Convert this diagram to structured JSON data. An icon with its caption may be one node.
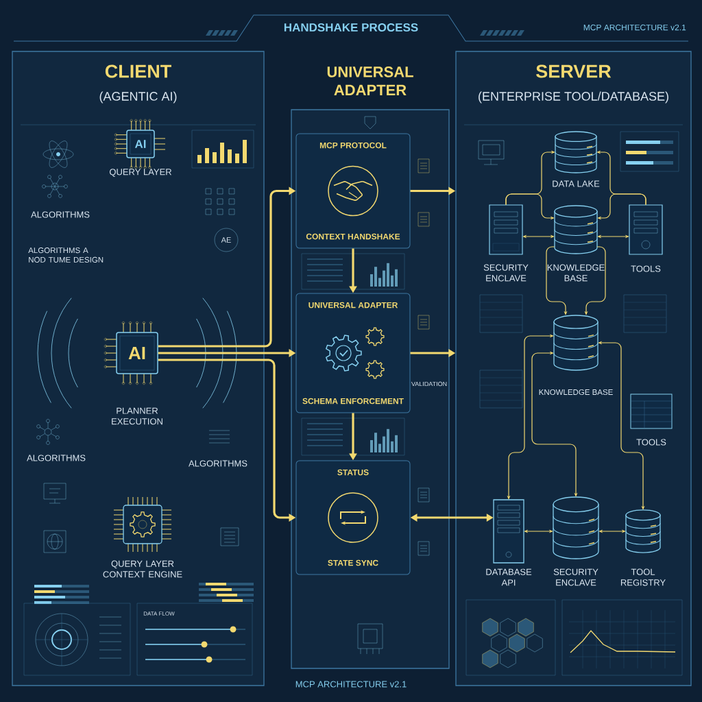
{
  "diagram": {
    "title": "HANDSHAKE PROCESS",
    "nodes": [
      {
        "text": [
          "CLIENT",
          "(AGENTIC AI)"
        ]
      },
      {
        "text": [
          "AI"
        ],
        "in": 0,
        "beside": [
          "QUERY LAYER"
        ]
      },
      {
        "text": [
          "AI"
        ],
        "in": 0,
        "beside": [
          "PLANNER EXECUTION"
        ]
      },
      {
        "text": [],
        "shape": "box",
        "in": 0,
        "beside": [
          "QUERY LAYER CONTEXT ENGINE"
        ]
      },
      {
        "text": [
          "SERVER",
          "(ENTERPRISE TOOL/DATABASE)"
        ]
      },
      {
        "text": [
          "UNIVERSAL ADAPTER"
        ]
      },
      {
        "text": [
          "MCP PROTOCOL",
          "CONTEXT HANDSHAKE"
        ],
        "in": 5
      },
      {
        "text": [
          "UNIVERSAL ADAPTER",
          "SCHEMA ENFORCEMENT"
        ],
        "in": 5,
        "beside": [
          "VALIDATION"
        ]
      },
      {
        "text": [
          "STATUS",
          "STATE SYNC"
        ],
        "in": 5
      },
      {
        "text": [],
        "shape": "cylinder",
        "in": 4,
        "beside": [
          "DATA LAKE"
        ]
      },
      {
        "text": [],
        "shape": "box",
        "in": 4,
        "beside": [
          "SECURITY ENCLAVE"
        ]
      },
      {
        "text": [],
        "shape": "cylinder",
        "in": 4,
        "beside": [
          "KNOWLEDGE BASE"
        ]
      },
      {
        "text": [],
        "shape": "box",
        "in": 4,
        "beside": [
          "TOOLS"
        ]
      },
      {
        "text": [],
        "shape": "cylinder",
        "in": 4,
        "beside": [
          "KNOWLEDGE BASE"
        ]
      },
      {
        "text": [],
        "shape": "box",
        "in": 4,
        "beside": [
          "TOOLS"
        ]
      },
      {
        "text": [],
        "shape": "box",
        "in": 4,
        "beside": [
          "DATABASE API"
        ]
      },
      {
        "text": [],
        "shape": "cylinder",
        "in": 4,
        "beside": [
          "SECURITY ENCLAVE"
        ]
      },
      {
        "text": [],
        "shape": "cylinder",
        "in": 4,
        "beside": [
          "TOOL REGISTRY"
        ]
      }
    ],
    "edges": [
      {
        "from": 2,
        "to": 6,
        "arrow": "to",
        "style": "thick"
      },
      {
        "from": 2,
        "to": 7,
        "arrow": "to",
        "style": "thick"
      },
      {
        "from": 2,
        "to": 8,
        "arrow": "to",
        "style": "thick"
      },
      {
        "from": 6,
        "to": 7,
        "arrow": "to",
        "style": "thick"
      },
      {
        "from": 7,
        "to": 8,
        "arrow": "to",
        "style": "thick"
      },
      {
        "from": 6,
        "to": 4,
        "arrow": "to",
        "style": "thick"
      },
      {
        "from": 7,
        "to": 4,
        "arrow": "to",
        "style": "thick"
      },
      {
        "from": 8,
        "to": 15,
        "arrow": "both",
        "style": "thick"
      },
      {
        "from": 10,
        "to": 9,
        "arrow": "to"
      },
      {
        "from": 10,
        "to": 11,
        "arrow": "to"
      },
      {
        "from": 10,
        "to": 11,
        "arrow": "both"
      },
      {
        "from": 12,
        "to": 9,
        "arrow": "to"
      },
      {
        "from": 12,
        "to": 11,
        "arrow": "to"
      },
      {
        "from": 12,
        "to": 11,
        "arrow": "both"
      },
      {
        "from": 11,
        "to": 13,
        "arrow": "to"
      },
      {
        "from": 11,
        "to": 13,
        "arrow": "to"
      },
      {
        "from": 13,
        "to": 15,
        "arrow": "both"
      },
      {
        "from": 13,
        "to": 16,
        "arrow": "both"
      },
      {
        "from": 13,
        "to": 17,
        "arrow": "both"
      },
      {
        "from": 15,
        "to": 16,
        "arrow": "both"
      },
      {
        "from": 16,
        "to": 17,
        "arrow": "both"
      }
    ],
    "labels": [
      "MCP ARCHITECTURE v2.1",
      "ALGORITHMS",
      "ALGORITHMS A NOD TUME DESIGN",
      "AE",
      "ALGORITHMS",
      "ALGORITHMS",
      "DATA FLOW",
      "MCP ARCHITECTURE v2.1"
    ]
  }
}
